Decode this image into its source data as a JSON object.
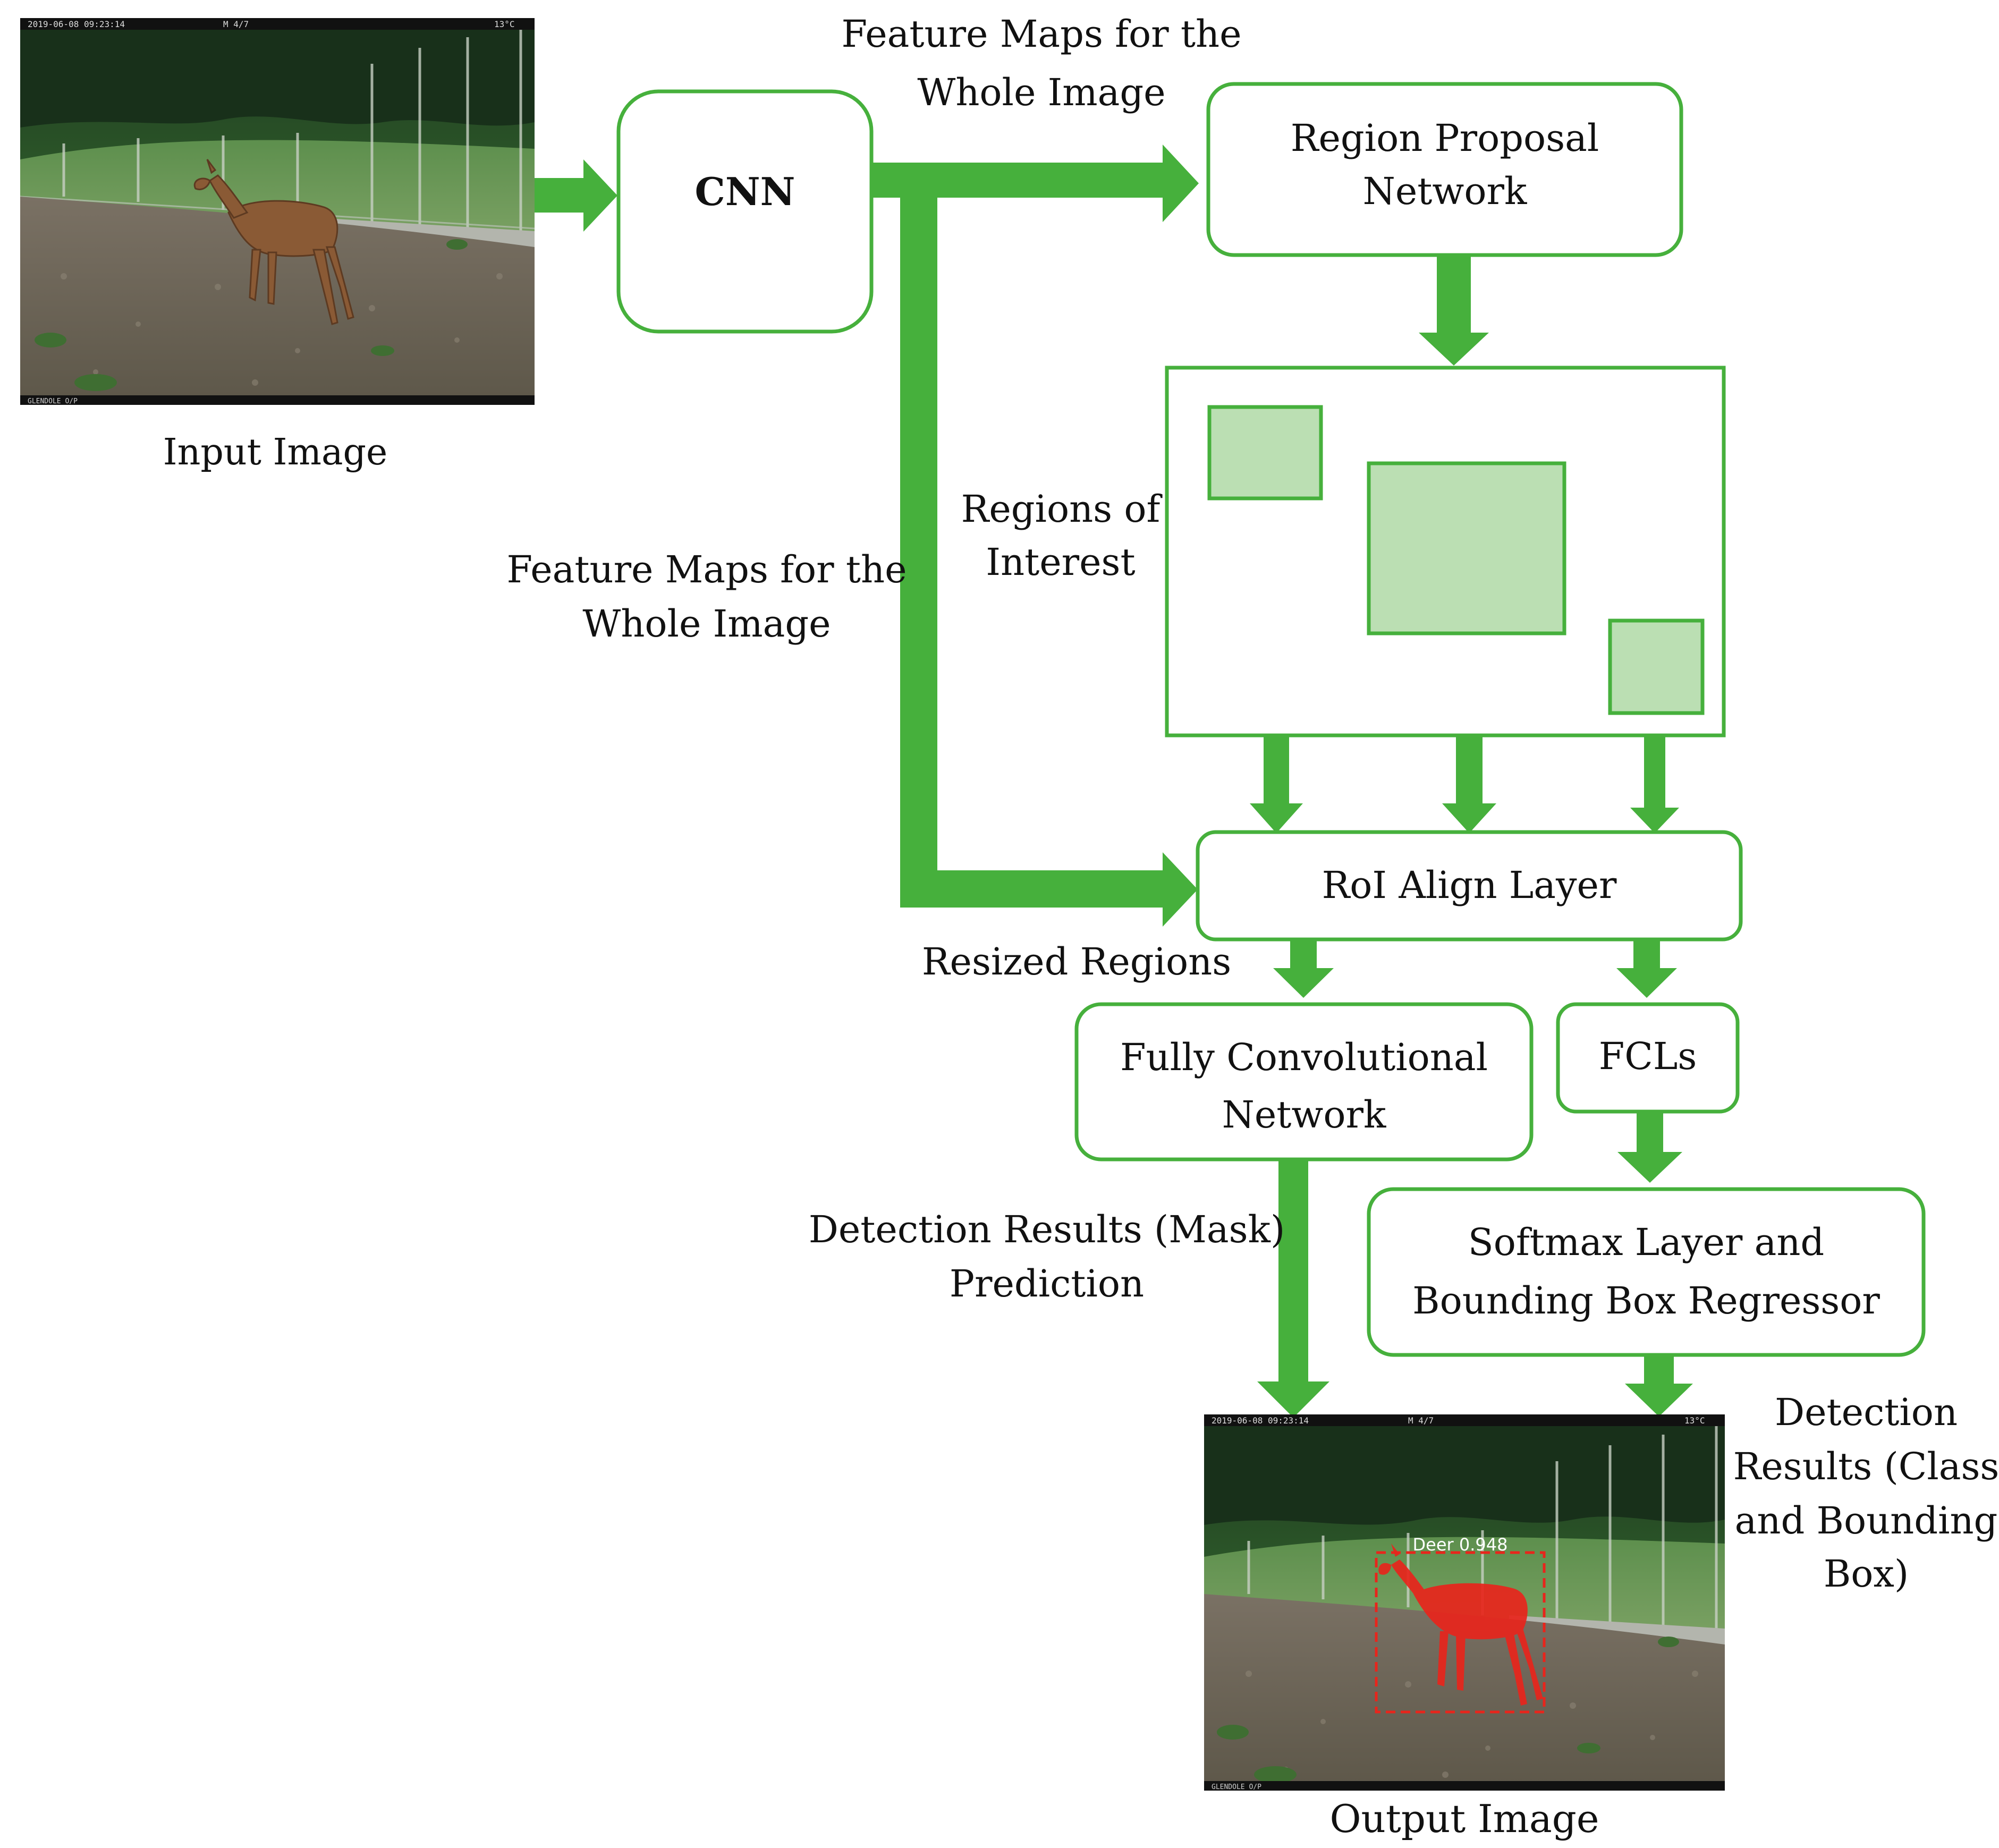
{
  "colors": {
    "green": "#46B03C",
    "roi_fill": "#BBDFB3",
    "mask_red": "#E8251C",
    "text": "#111111"
  },
  "input_image": {
    "caption": "Input Image",
    "overlay_timestamp": "2019-06-08 09:23:14",
    "overlay_counter": "M 4/7",
    "overlay_temp": "13°C",
    "overlay_camera": "GLENDOLE O/P"
  },
  "cnn": {
    "label": "CNN"
  },
  "labels": {
    "feature_maps_top_line1": "Feature Maps for the",
    "feature_maps_top_line2": "Whole Image",
    "feature_maps_left_line1": "Feature Maps for the",
    "feature_maps_left_line2": "Whole Image",
    "regions_of_interest_line1": "Regions of",
    "regions_of_interest_line2": "Interest",
    "resized_regions": "Resized Regions",
    "mask_prediction_line1": "Detection Results (Mask)",
    "mask_prediction_line2": "Prediction",
    "class_bbox_line1": "Detection",
    "class_bbox_line2": "Results (Class",
    "class_bbox_line3": "and Bounding",
    "class_bbox_line4": "Box)"
  },
  "rpn": {
    "line1": "Region Proposal",
    "line2": "Network"
  },
  "roi_align": {
    "label": "RoI Align Layer"
  },
  "fcn": {
    "line1": "Fully Convolutional",
    "line2": "Network"
  },
  "fcls": {
    "label": "FCLs"
  },
  "softmax": {
    "line1": "Softmax Layer and",
    "line2": "Bounding Box Regressor"
  },
  "output_image": {
    "caption": "Output Image",
    "detection_label": "Deer 0.948",
    "overlay_timestamp": "2019-06-08 09:23:14",
    "overlay_counter": "M 4/7",
    "overlay_temp": "13°C",
    "overlay_camera": "GLENDOLE O/P"
  }
}
